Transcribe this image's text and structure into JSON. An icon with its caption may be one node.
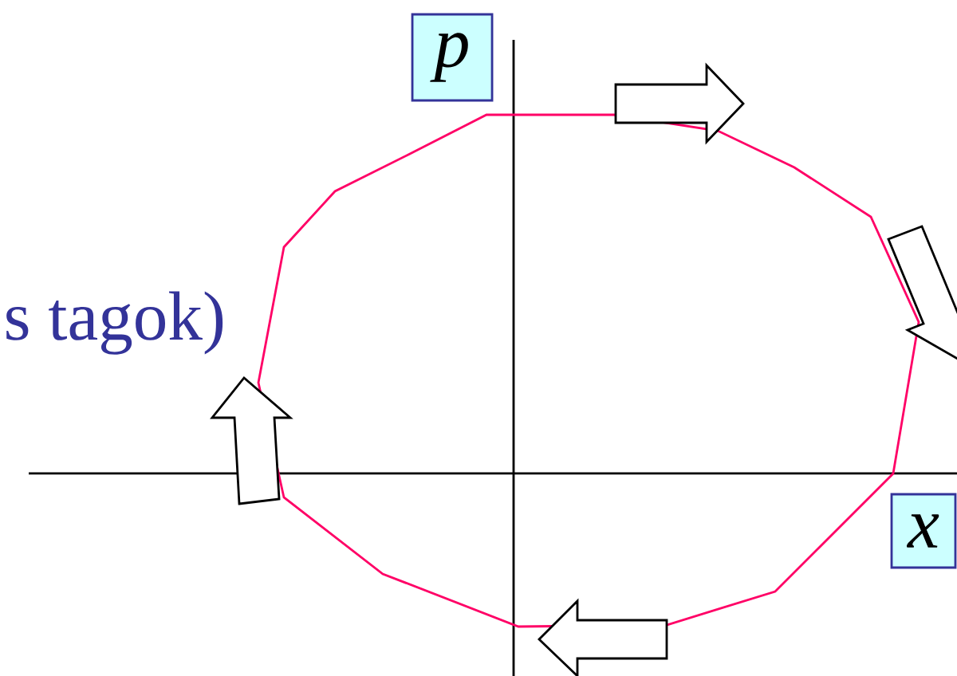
{
  "diagram": {
    "nodes": [
      {
        "text": [
          "p"
        ]
      },
      {
        "text": [
          "x"
        ]
      }
    ],
    "labels": [
      "s tagok)"
    ]
  }
}
